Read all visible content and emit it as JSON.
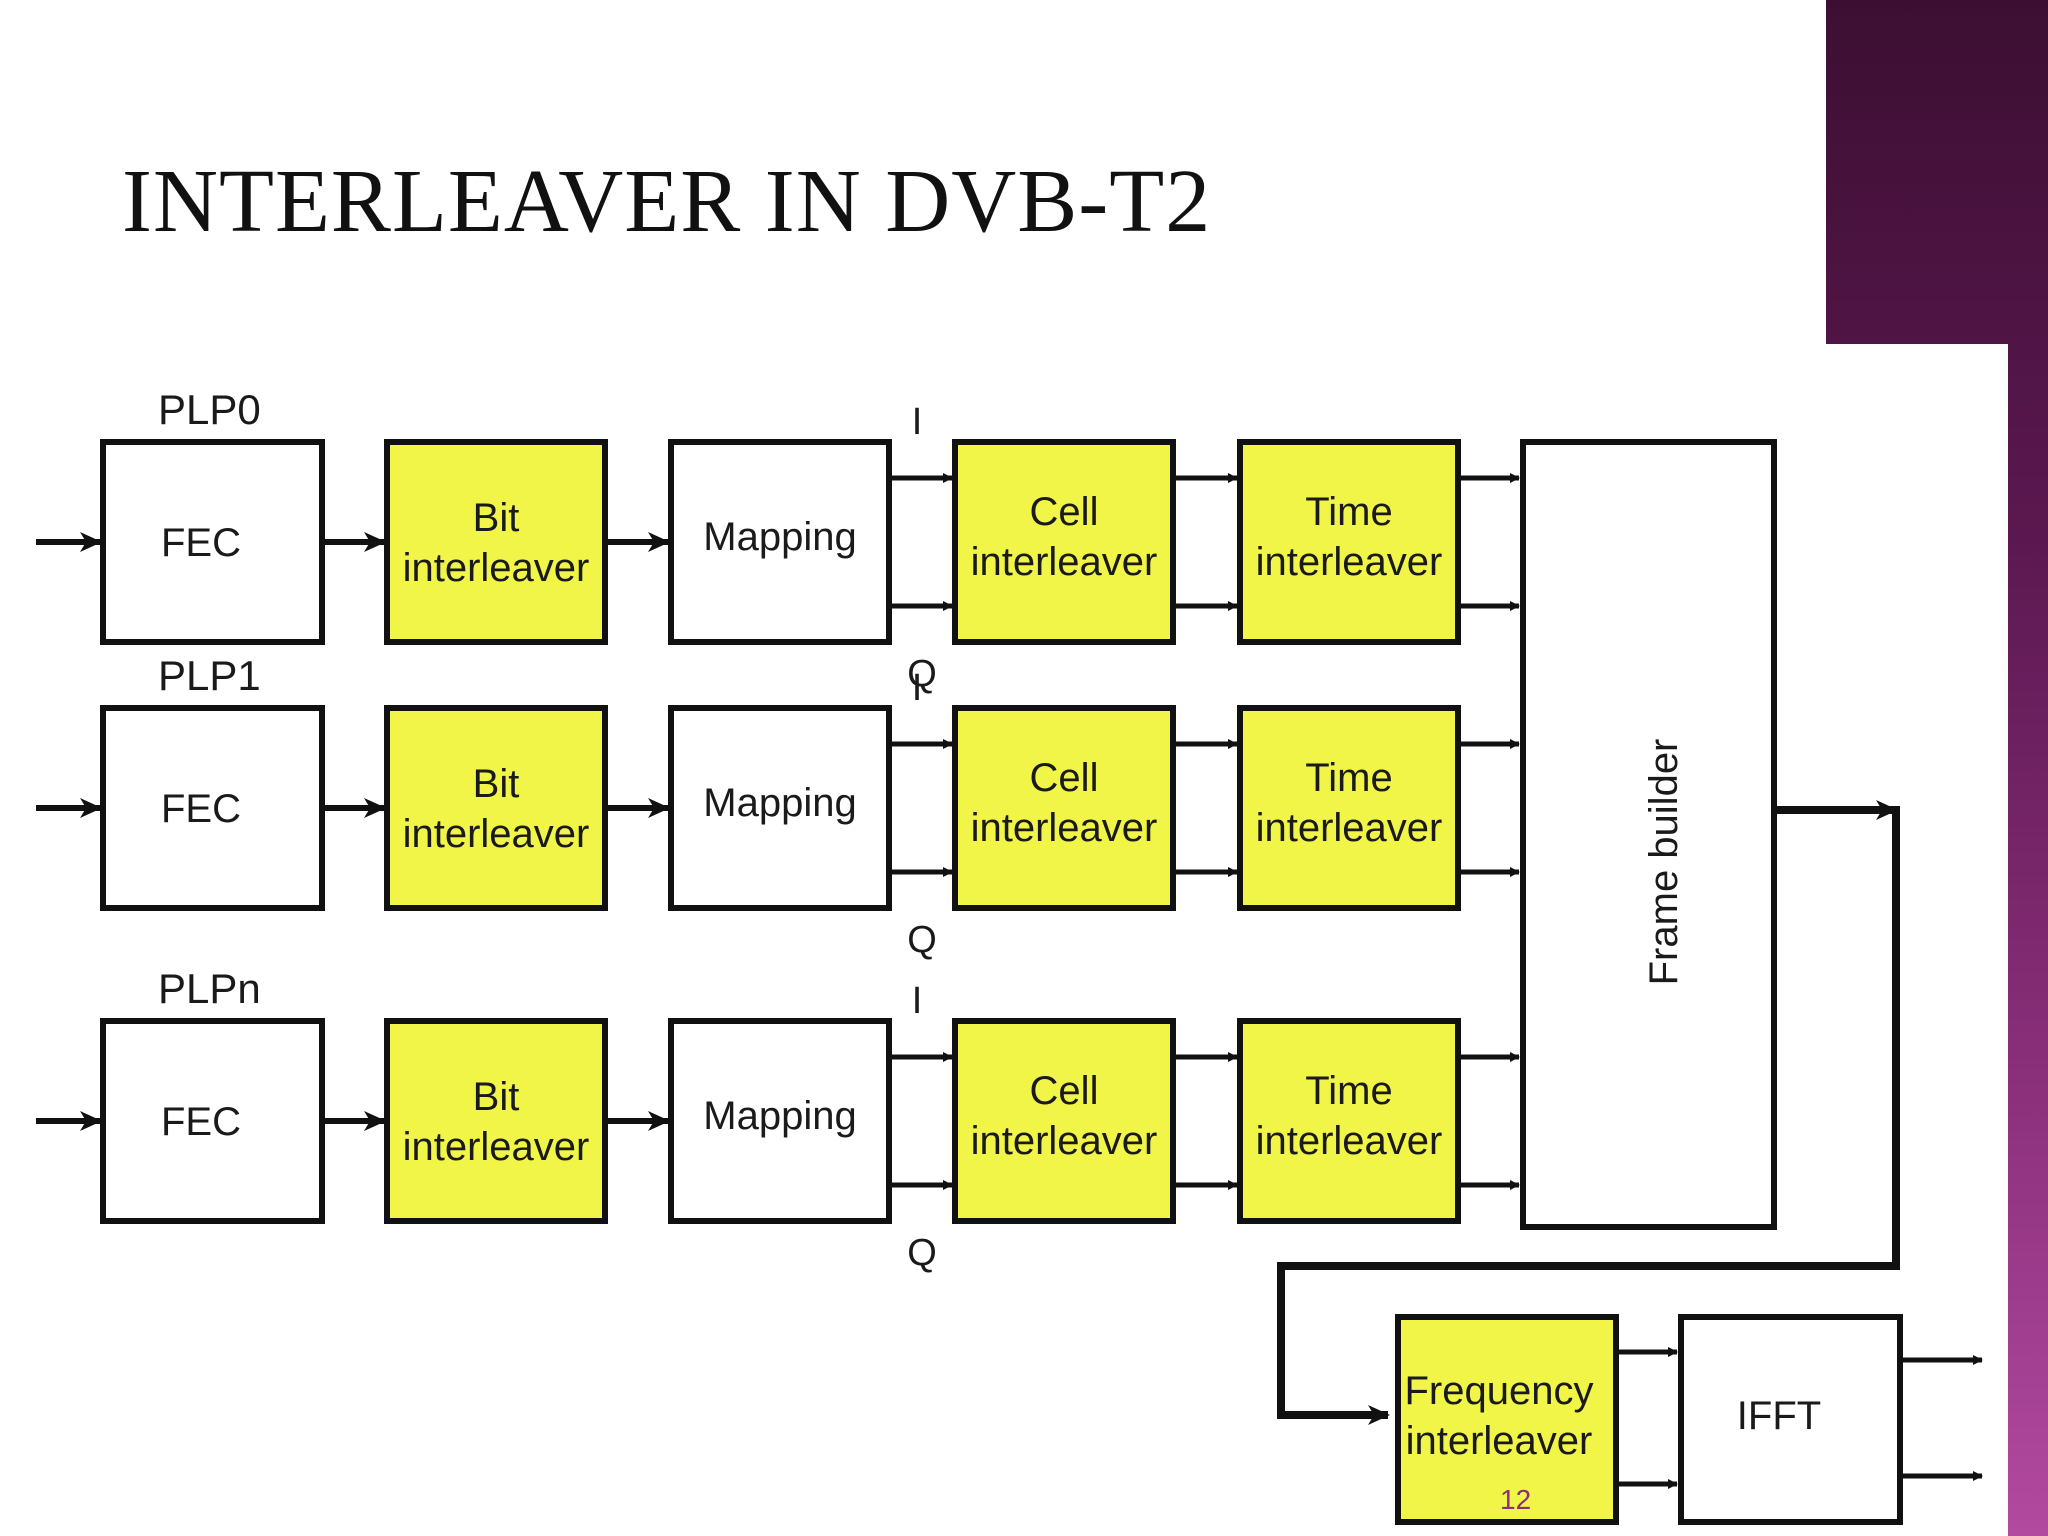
{
  "slide": {
    "title": "INTERLEAVER IN DVB-T2",
    "page_number": "12"
  },
  "colors": {
    "accent_yellow": "#f0f548",
    "block_border": "#111111",
    "purple_band": "#5b1850"
  },
  "rows": [
    {
      "label": "PLP0"
    },
    {
      "label": "PLP1"
    },
    {
      "label": "PLPn"
    }
  ],
  "blocks": {
    "fec": "FEC",
    "bit_interleaver": [
      "Bit",
      "interleaver"
    ],
    "mapping": "Mapping",
    "cell_interleaver": [
      "Cell",
      "interleaver"
    ],
    "time_interleaver": [
      "Time",
      "interleaver"
    ],
    "frame_builder": "Frame builder",
    "frequency_interleaver": [
      "Frequency",
      "interleaver"
    ],
    "ifft": "IFFT"
  },
  "iq": {
    "i": "I",
    "q": "Q"
  }
}
